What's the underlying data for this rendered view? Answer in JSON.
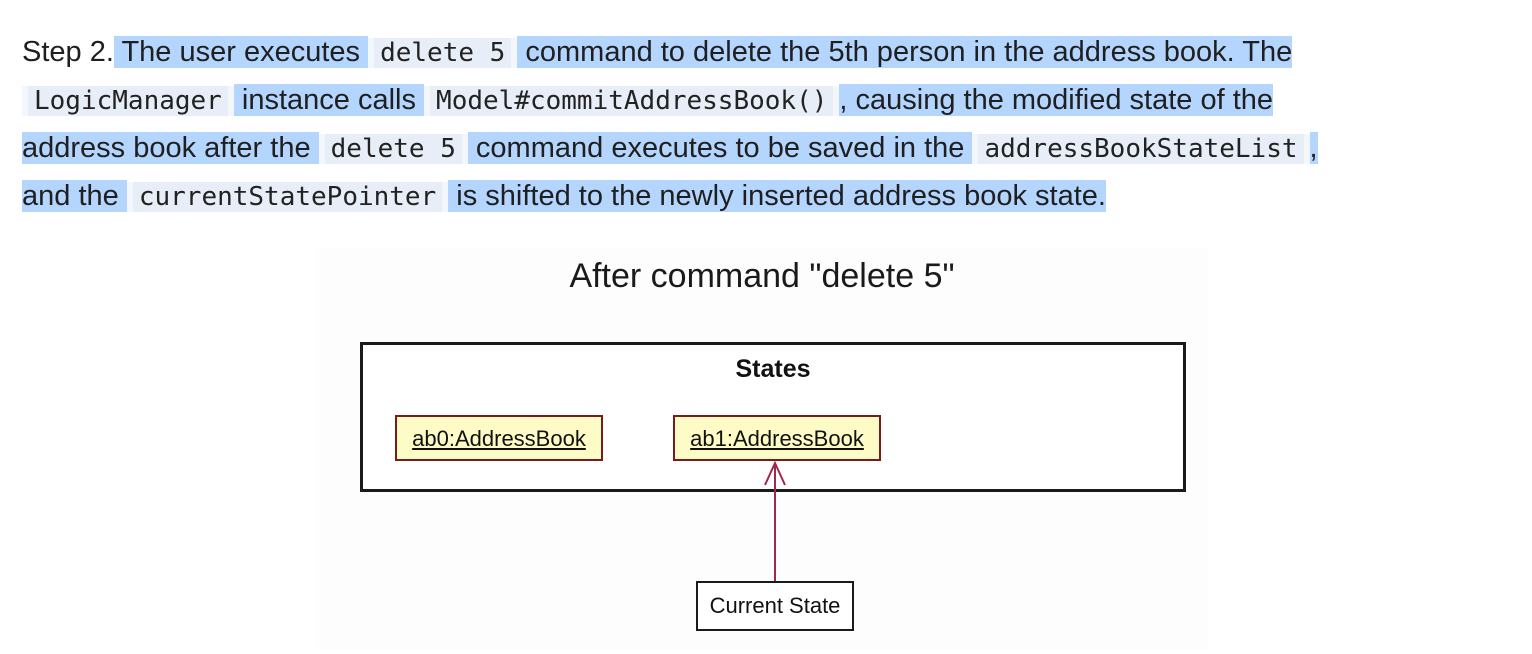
{
  "paragraph": {
    "line1": {
      "prefix": "Step 2.",
      "t1": " The user executes ",
      "code1": "delete 5",
      "t2": " command to delete the 5th person in the address book. The"
    },
    "line2": {
      "code1": "LogicManager",
      "t1": " instance calls ",
      "code2": "Model#commitAddressBook()",
      "t2": ", causing the modified state of the"
    },
    "line3": {
      "t1": "address book after the ",
      "code1": "delete 5",
      "t2": " command executes to be saved in the ",
      "code2": "addressBookStateList",
      "t3": ","
    },
    "line4": {
      "t1": "and the ",
      "code1": "currentStatePointer",
      "t2": " is shifted to the newly inserted address book state."
    }
  },
  "diagram": {
    "title": "After command \"delete 5\"",
    "states_label": "States",
    "objects": [
      "ab0:AddressBook",
      "ab1:AddressBook"
    ],
    "pointer_label": "Current State",
    "colors": {
      "object_fill": "#fefcc6",
      "object_border": "#7a1a1a",
      "arrow": "#a0284a",
      "selection": "#b4d5fe"
    }
  }
}
